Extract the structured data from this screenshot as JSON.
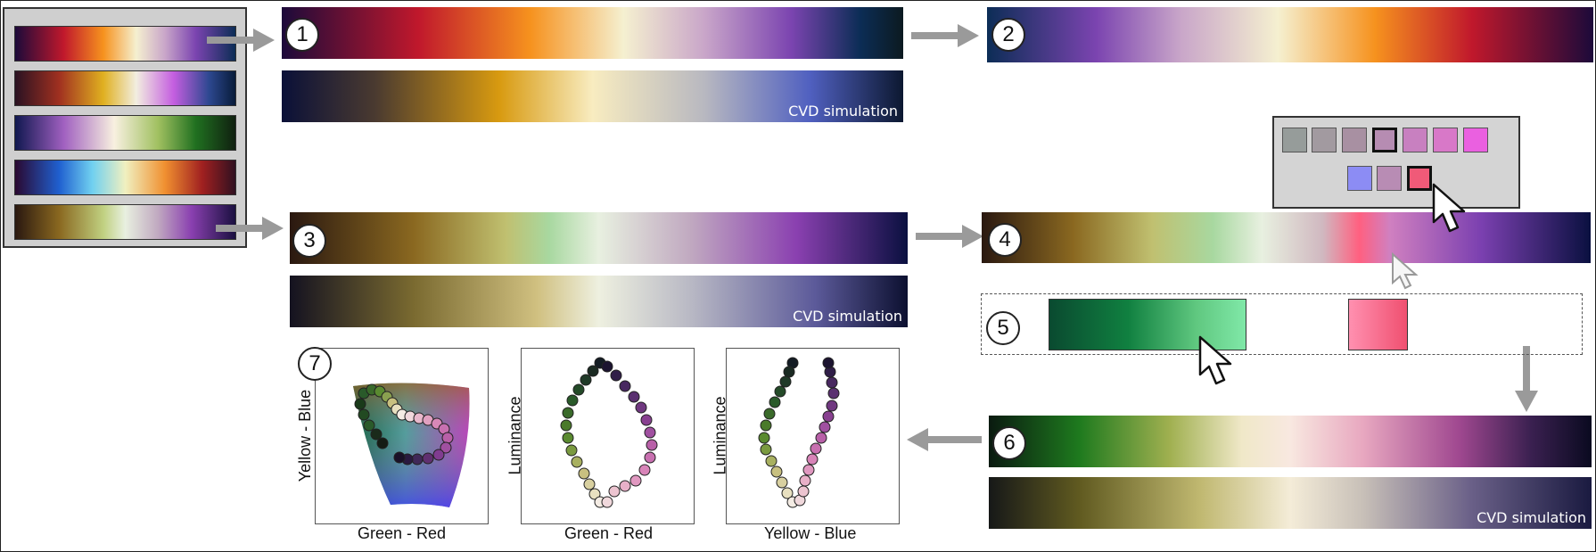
{
  "steps": [
    "1",
    "2",
    "3",
    "4",
    "5",
    "6",
    "7"
  ],
  "cvd_label": "CVD simulation",
  "axes": {
    "yellow_blue": "Yellow - Blue",
    "green_red": "Green - Red",
    "luminance": "Luminance"
  },
  "colors": {
    "arrow": "#9a9a9a",
    "panel_bg": "#cfcfcf"
  }
}
